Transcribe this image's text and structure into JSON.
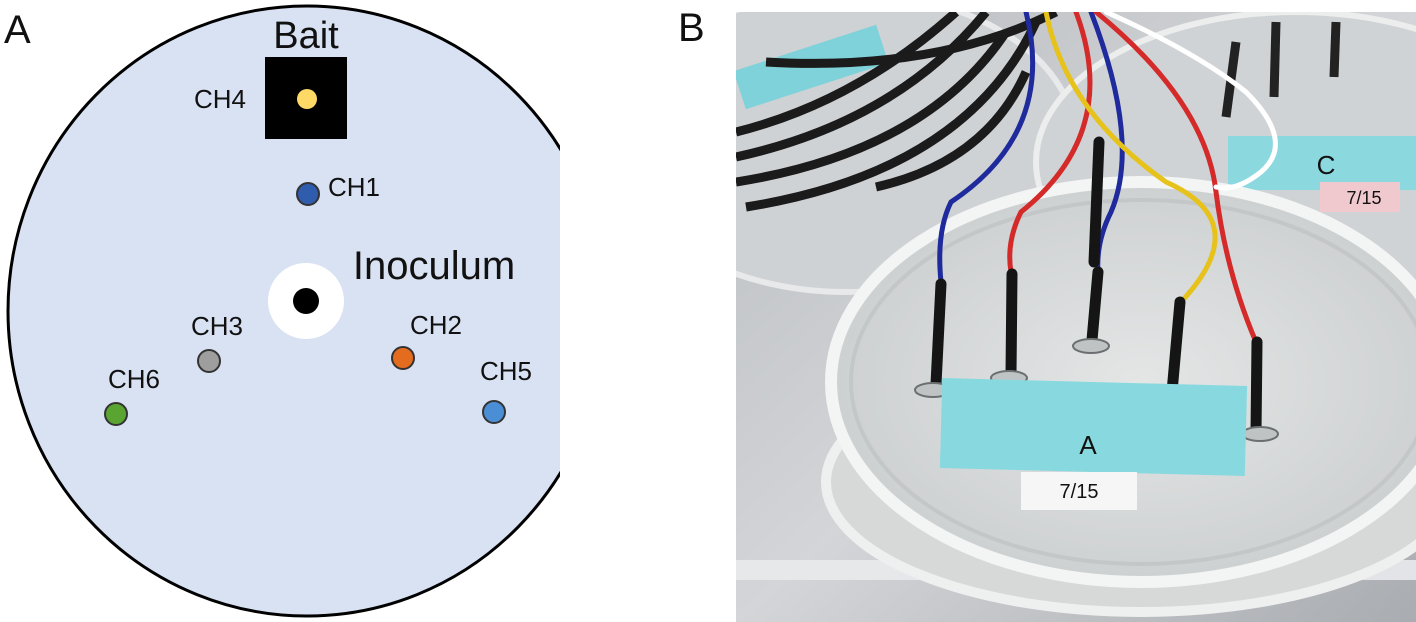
{
  "panels": {
    "a": {
      "label": "A"
    },
    "b": {
      "label": "B"
    }
  },
  "diagram": {
    "plate_color": "#d9e2f3",
    "bait": {
      "label": "Bait",
      "color": "#000000"
    },
    "inoculum": {
      "label": "Inoculum",
      "color": "#000000",
      "halo_color": "#ffffff"
    },
    "channels": [
      {
        "id": "ch1",
        "label": "CH1",
        "color": "#2f5cad"
      },
      {
        "id": "ch2",
        "label": "CH2",
        "color": "#e36c1e"
      },
      {
        "id": "ch3",
        "label": "CH3",
        "color": "#9e9e9e"
      },
      {
        "id": "ch4",
        "label": "CH4",
        "color": "#ffd966"
      },
      {
        "id": "ch5",
        "label": "CH5",
        "color": "#4a8fd6"
      },
      {
        "id": "ch6",
        "label": "CH6",
        "color": "#5aa432"
      }
    ]
  },
  "photo": {
    "dish_tape_label": "A",
    "dish_date_label": "7/15",
    "back_dish_tape_label": "C",
    "back_dish_date_label": "7/15",
    "wire_colors": [
      "#1f2a9c",
      "#d42a2a",
      "#1f2a9c",
      "#e6c21a",
      "#d42a2a",
      "#ffffff"
    ]
  }
}
